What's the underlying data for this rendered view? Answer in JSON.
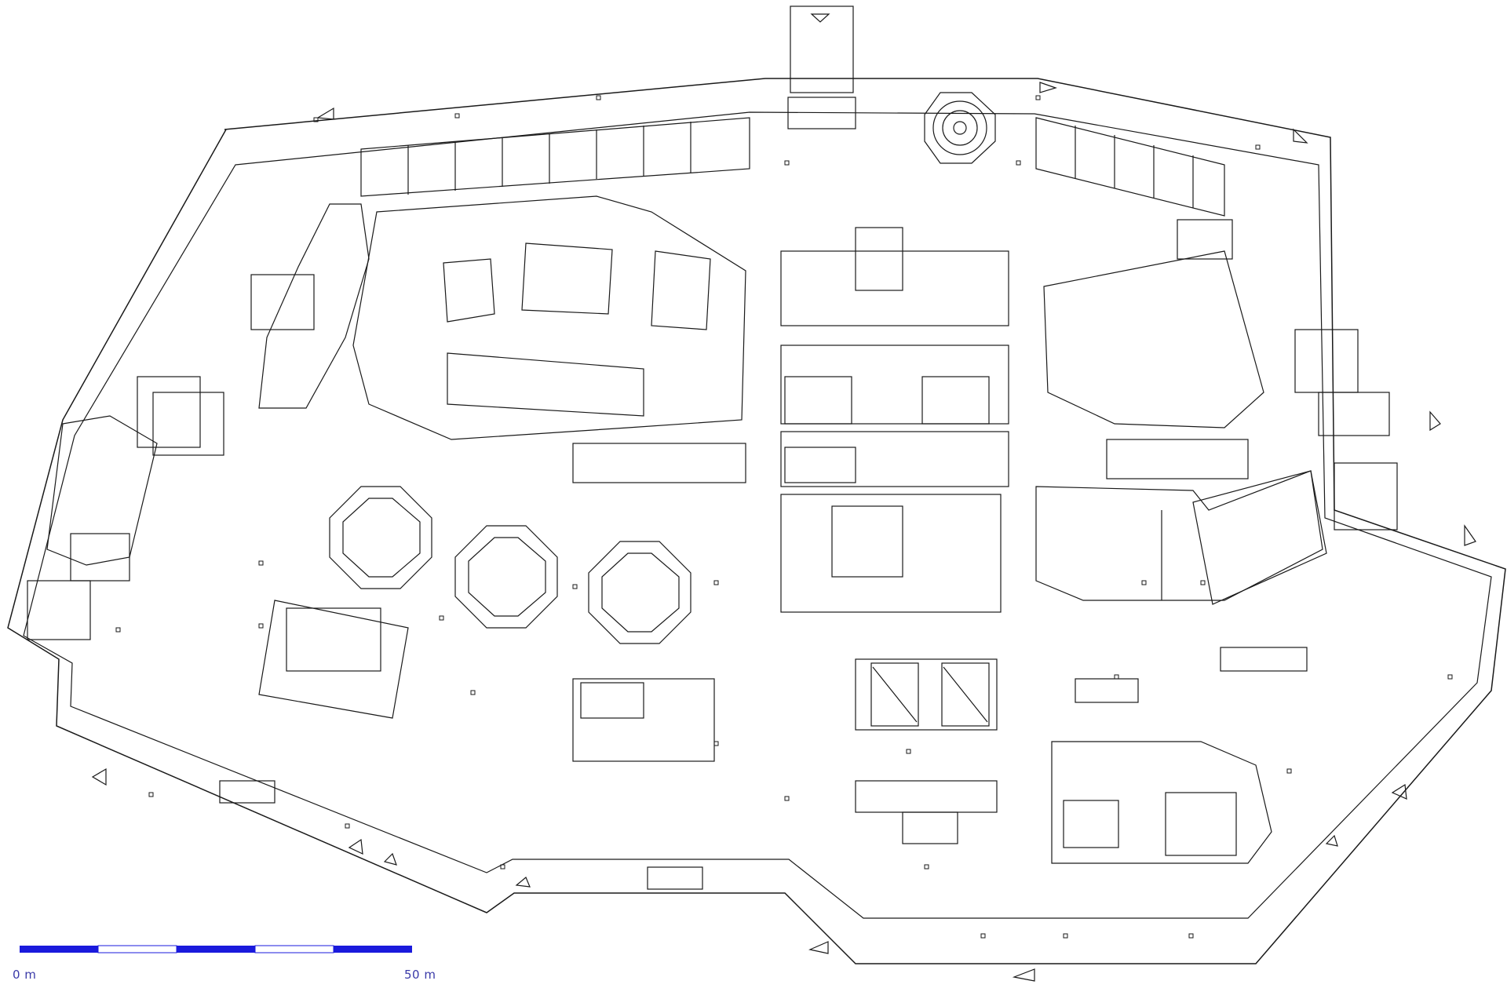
{
  "drawing": {
    "line_color": "#1a1a1a",
    "background": "#ffffff"
  },
  "scale_bar": {
    "start_label": "0 m",
    "end_label": "50 m",
    "segment_colors": [
      "#1a1adc",
      "#ffffff"
    ],
    "label_color": "#3a3aa8",
    "segments": 5
  }
}
